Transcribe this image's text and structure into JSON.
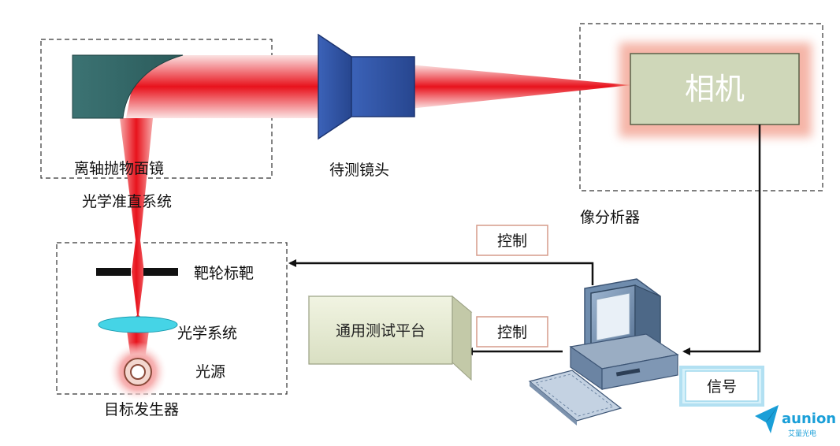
{
  "labels": {
    "mirror_line1": "离轴抛物面镜",
    "mirror_line2": "光学准直系统",
    "lens": "待测镜头",
    "camera": "相机",
    "analyzer": "像分析器",
    "target_plate": "靶轮标靶",
    "optical_system": "光学系统",
    "light_source": "光源",
    "target_generator": "目标发生器",
    "platform": "通用测试平台",
    "control_top": "控制",
    "control_bottom": "控制",
    "signal": "信号"
  },
  "logo": {
    "name": "aunion",
    "subtitle": "艾量光电"
  },
  "colors": {
    "beam": "#e8121c",
    "mirror": "#2f6464",
    "lens": "#2e4f9e",
    "camera_fill": "#cfd7b9",
    "lens_element": "#45d4e6",
    "logo": "#1a9fd8"
  }
}
